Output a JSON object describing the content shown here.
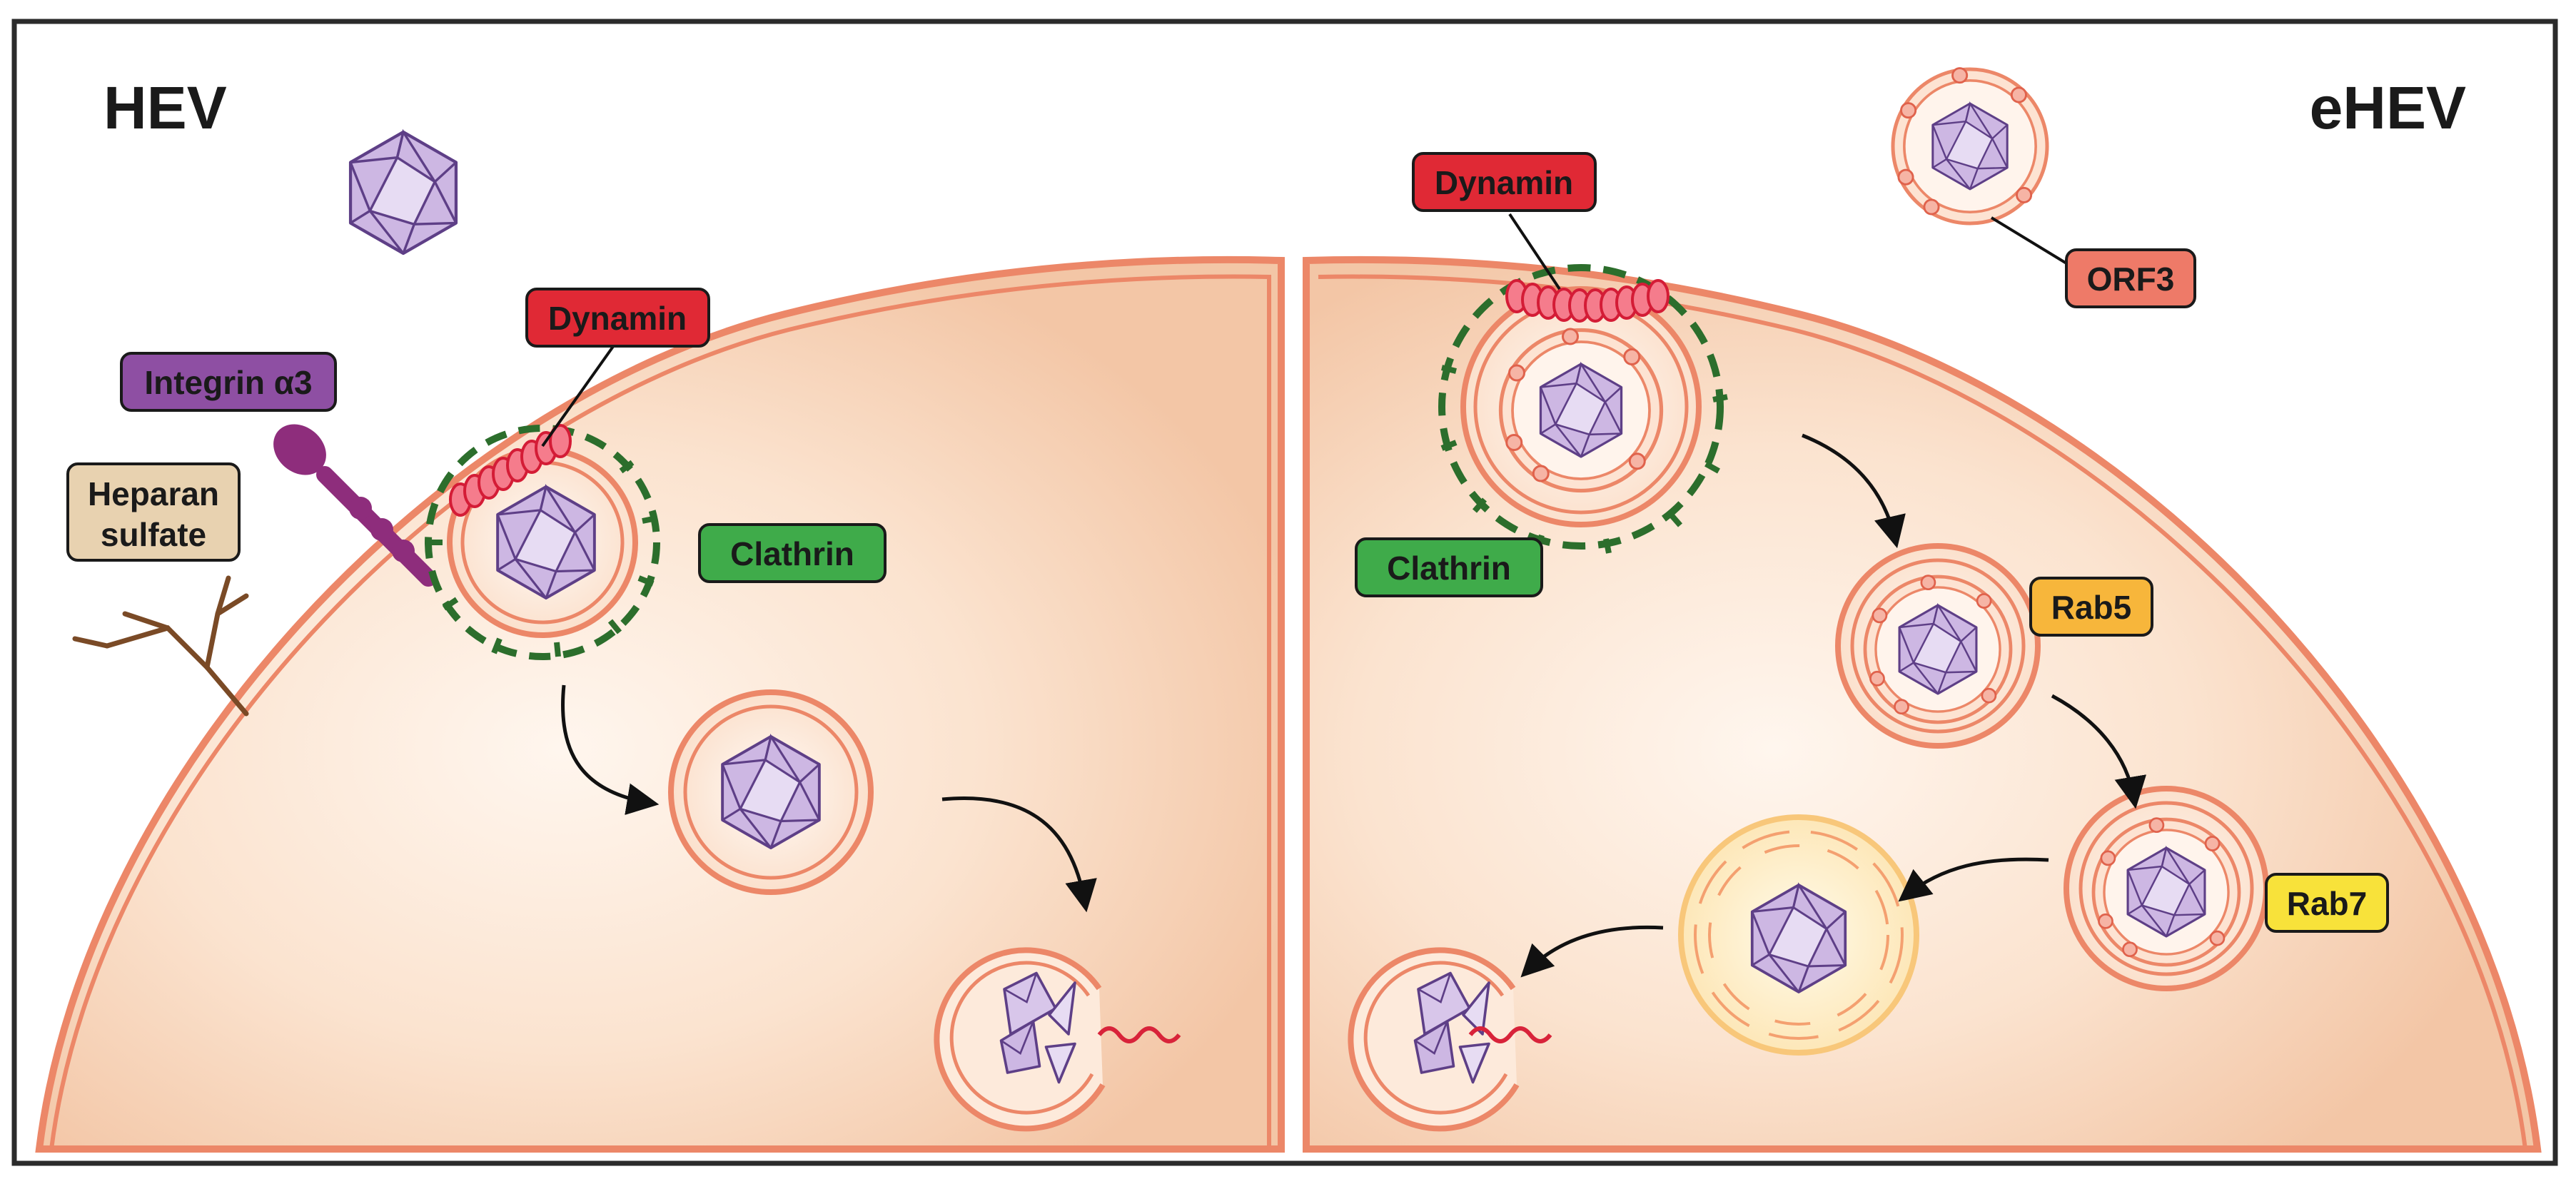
{
  "panels": {
    "left_title": "HEV",
    "right_title": "eHEV"
  },
  "labels": {
    "dynamin_left": "Dynamin",
    "integrin": "Integrin α3",
    "heparan_line1": "Heparan",
    "heparan_line2": "sulfate",
    "clathrin_left": "Clathrin",
    "dynamin_right": "Dynamin",
    "orf3": "ORF3",
    "clathrin_right": "Clathrin",
    "rab5": "Rab5",
    "rab7": "Rab7"
  },
  "colors": {
    "cell_fill": "#f7d3b8",
    "cell_highlight": "#fff6ee",
    "membrane": "#ec8768",
    "capsid_fill": "#c9b3e0",
    "capsid_stroke": "#5e3f87",
    "clathrin": "#2c6e2c",
    "dynamin_ring": "#e8374a",
    "dynamin_box": "#e02935",
    "integrin": "#8e2d7c",
    "integrin_box": "#8e4fa3",
    "heparan_box": "#e8d2b0",
    "heparan_stroke": "#7a4a26",
    "clathrin_box": "#3fab4a",
    "orf3_box": "#ee7a68",
    "rab5_box": "#f7b63b",
    "rab7_box": "#f8e23a",
    "rna": "#d8233a"
  }
}
